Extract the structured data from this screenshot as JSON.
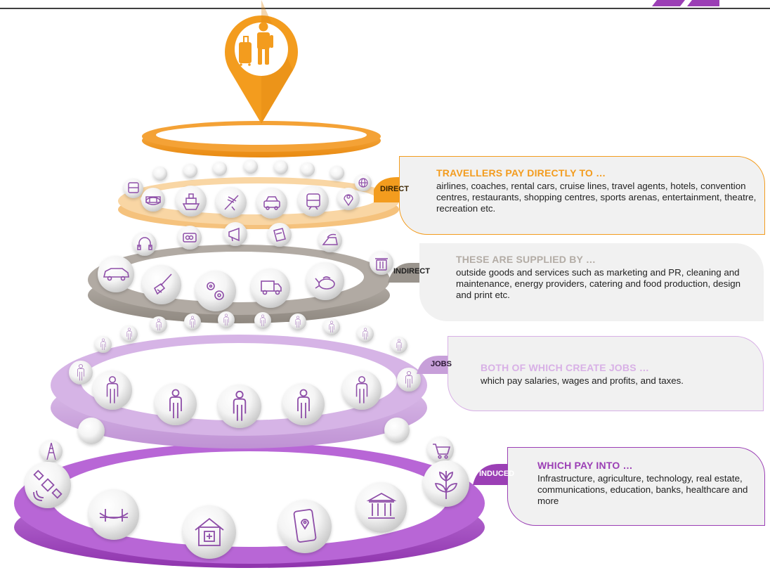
{
  "colors": {
    "direct": "#f39c1e",
    "indirect": "#9a948d",
    "jobs": "#c79fd9",
    "induced": "#9b3fb5",
    "icon_stroke": "#8e4ea8",
    "jobs_heading": "#d8b0e6",
    "indirect_heading": "#b3aca5"
  },
  "tiers": [
    {
      "id": "direct",
      "tag": "DIRECT",
      "heading": "TRAVELLERS PAY DIRECTLY TO …",
      "body": "airlines, coaches, rental cars, cruise lines, travel agents, hotels, convention centres, restaurants, shopping centres, sports arenas, entertainment, theatre, recreation etc.",
      "icons": [
        "bus-icon",
        "stadium-icon",
        "ship-icon",
        "airplane-icon",
        "car-icon",
        "train-icon",
        "map-pin-icon",
        "globe-icon"
      ]
    },
    {
      "id": "indirect",
      "tag": "INDIRECT",
      "heading": "THESE ARE SUPPLIED BY …",
      "body": "outside goods and services such as marketing and PR, cleaning and maintenance, energy providers, catering and food production, design and print etc.",
      "icons": [
        "headphones-icon",
        "credit-card-icon",
        "megaphone-icon",
        "document-icon",
        "iron-icon",
        "car-icon",
        "broom-icon",
        "gears-icon",
        "truck-icon",
        "chicken-icon",
        "trash-can-icon"
      ]
    },
    {
      "id": "jobs",
      "tag": "JOBS",
      "heading": "BOTH OF WHICH CREATE JOBS …",
      "body": "which pay salaries, wages and profits, and taxes.",
      "icons": [
        "person-icon"
      ]
    },
    {
      "id": "induced",
      "tag": "INDUCED",
      "heading": "WHICH PAY INTO …",
      "body": "Infrastructure, agriculture, technology, real estate, communications, education, banks, healthcare and more",
      "icons": [
        "tower-icon",
        "satellite-icon",
        "bridge-icon",
        "hospital-icon",
        "smartphone-icon",
        "bank-icon",
        "plant-icon",
        "shopping-cart-icon"
      ]
    }
  ],
  "top_icon": "traveller-with-luggage-icon"
}
